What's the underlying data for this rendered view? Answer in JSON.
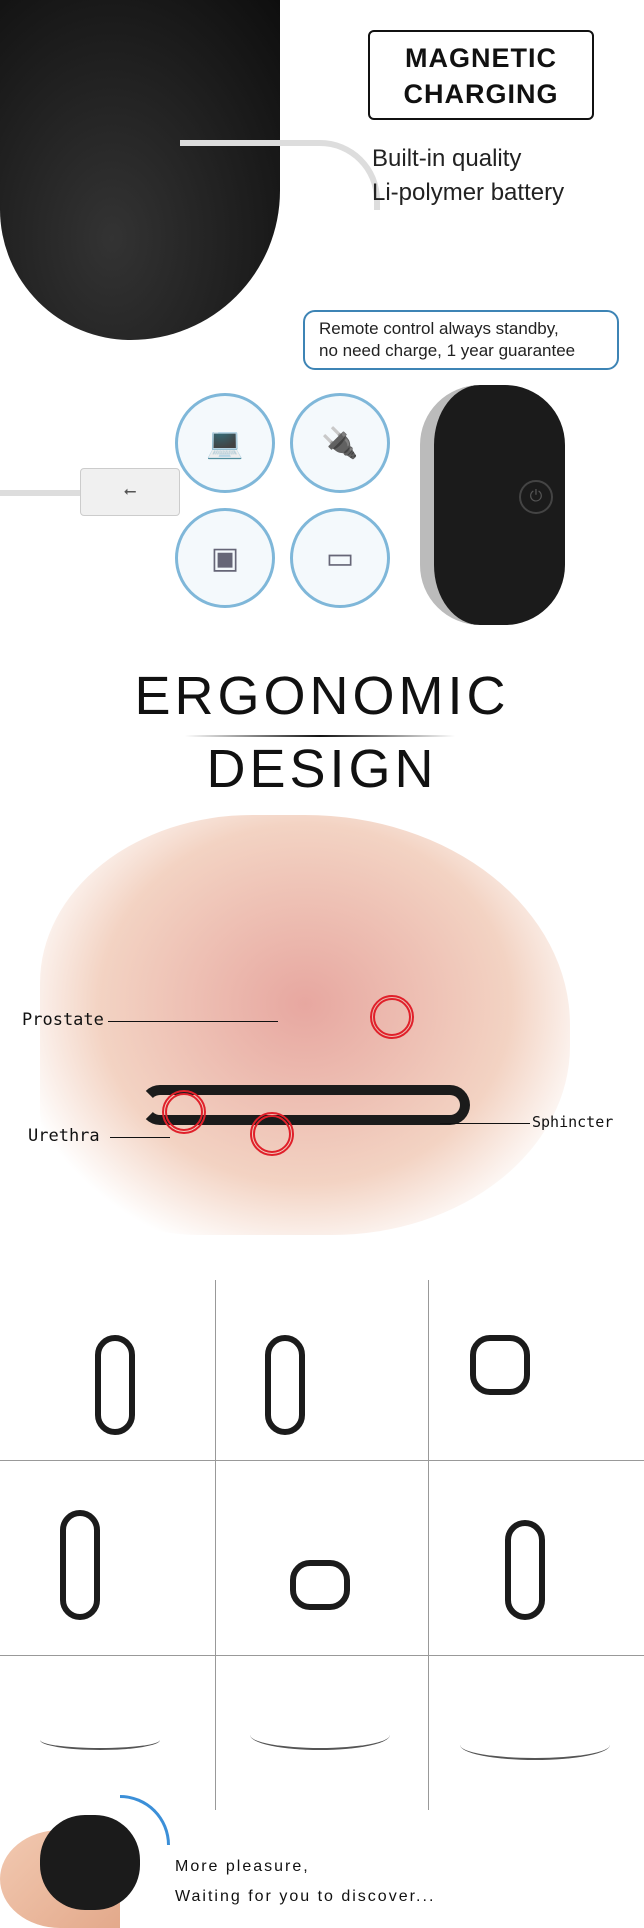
{
  "charging": {
    "title_line1": "MAGNETIC",
    "title_line2": "CHARGING",
    "battery_line1": "Built-in quality",
    "battery_line2": "Li-polymer battery",
    "remote_note_line1": "Remote control always standby,",
    "remote_note_line2": "no need charge, 1 year guarantee",
    "sources": [
      "laptop-icon",
      "car-charger-icon",
      "wall-adapter-icon",
      "power-bank-icon"
    ]
  },
  "design": {
    "title_line1": "ERGONOMIC",
    "title_line2": "DESIGN",
    "labels": {
      "prostate": "Prostate",
      "urethra": "Urethra",
      "sphincter": "Sphincter"
    }
  },
  "closing": {
    "line1": "More pleasure,",
    "line2": "Waiting for you to discover..."
  },
  "colors": {
    "accent_red": "#e0202a",
    "bubble_border": "#3d84b5",
    "device": "#1b1b1b"
  }
}
